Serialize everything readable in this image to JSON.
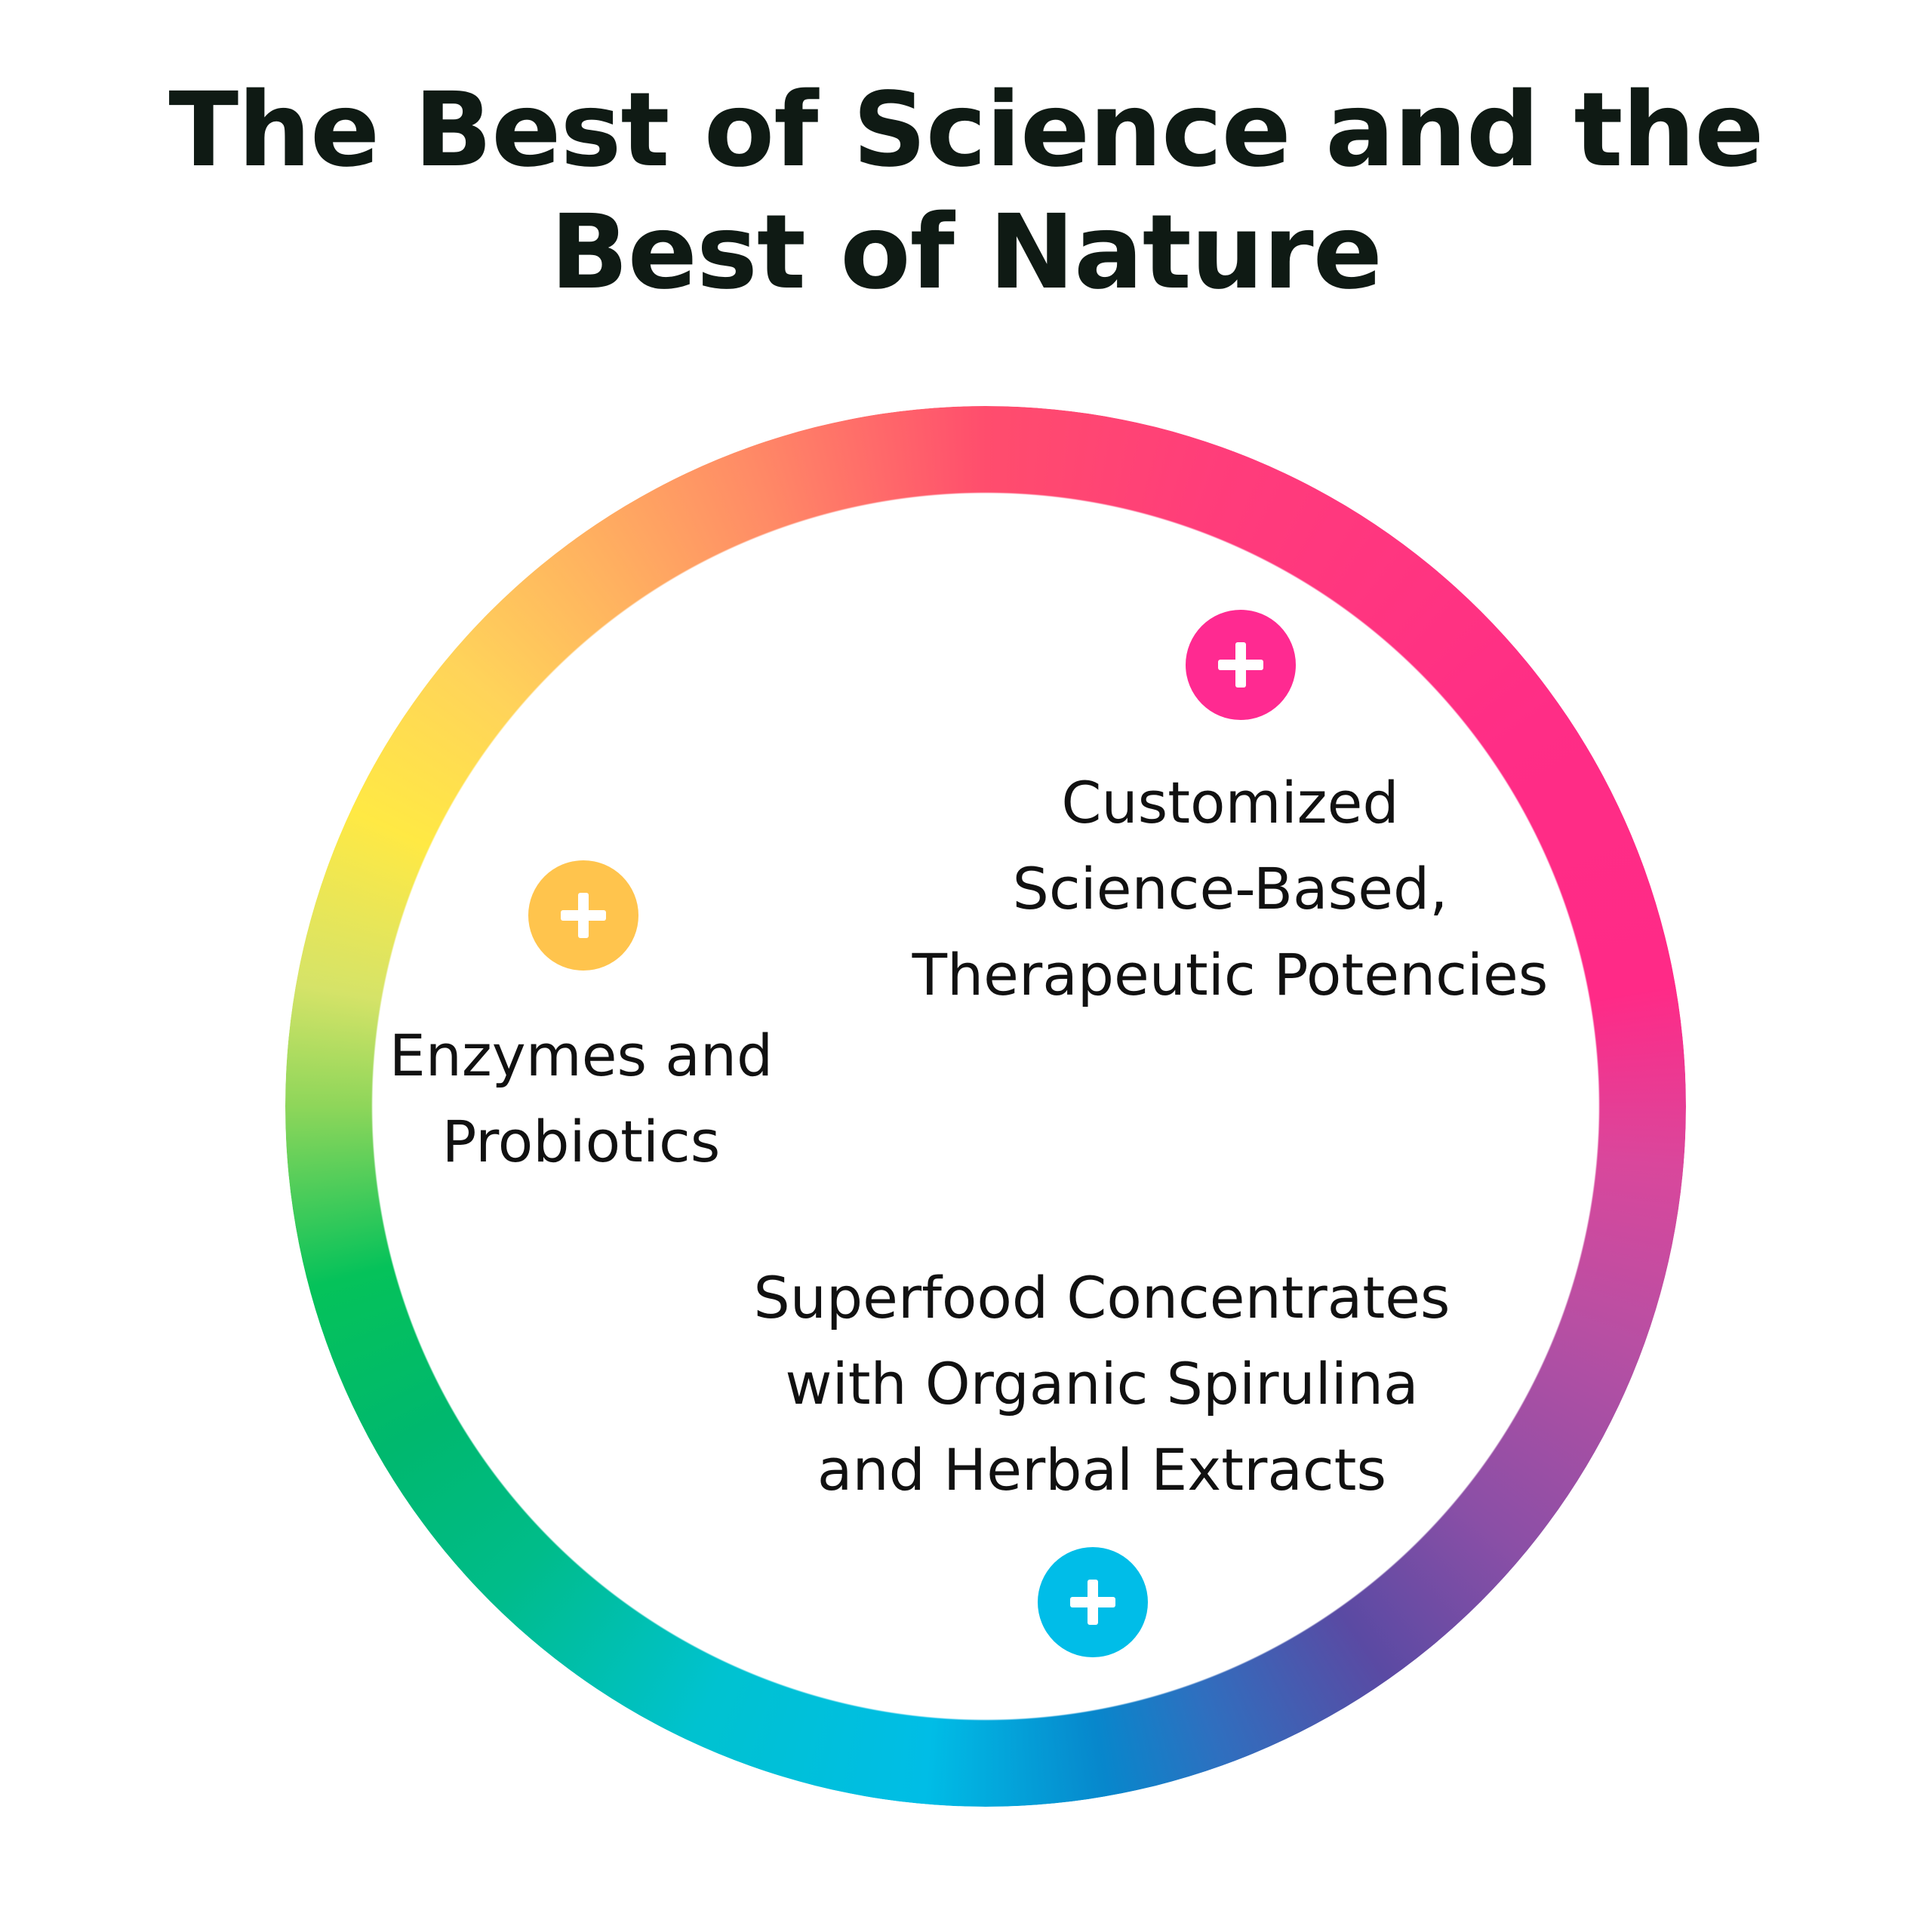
{
  "title": {
    "line1": "The Best of Science and the",
    "line2": "Best of Nature"
  },
  "colors": {
    "pink": "#ff2a91",
    "yellow": "#ffc44d",
    "cyan": "#00bde8",
    "text": "#0f1a14"
  },
  "features": {
    "science": {
      "icon": "plus-icon",
      "lines": [
        "Customized",
        "Science-Based,",
        "Therapeutic Potencies"
      ]
    },
    "enzymes": {
      "icon": "plus-icon",
      "lines": [
        "Enzymes and",
        "Probiotics"
      ]
    },
    "superfood": {
      "icon": "plus-icon",
      "lines": [
        "Superfood Concentrates",
        "with Organic Spirulina",
        "and Herbal Extracts"
      ]
    }
  }
}
